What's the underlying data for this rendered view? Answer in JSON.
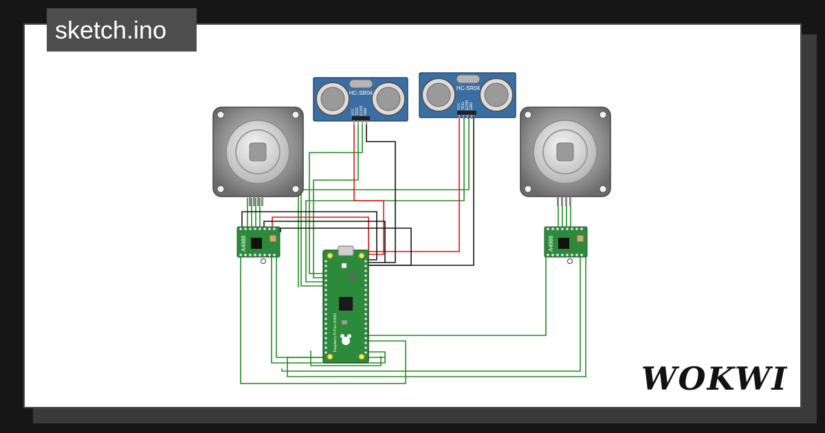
{
  "sketch_title": "sketch.ino",
  "brand_logo": "WOKWI",
  "components": {
    "sensor_label": "HC-SR04",
    "sensor_pins": [
      "VCC",
      "TRIG",
      "ECHO",
      "GND"
    ],
    "driver_label": "A4988",
    "board_label": "Raspberry Pi Pico ©2020"
  },
  "colors": {
    "background": "#161616",
    "card": "#ffffff",
    "tag": "#4d4d4d",
    "wire_green": "#1e8c1e",
    "wire_red": "#e31212",
    "wire_black": "#111111",
    "pcb_green": "#2b8b3a",
    "sensor_blue": "#3b6fa3",
    "motor_grey": "#8a8a8a"
  }
}
